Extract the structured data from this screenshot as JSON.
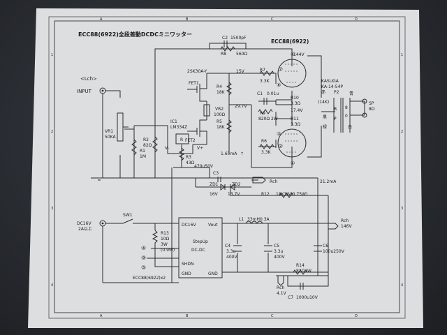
{
  "title": "ECC88(6922)全段差動DCDCミニワッター",
  "border": {
    "cols": [
      "A",
      "B",
      "C",
      "D"
    ],
    "rows": [
      "1",
      "2",
      "3",
      "4"
    ]
  },
  "channel": "<Lch>",
  "input_label": "INPUT",
  "dc_in": {
    "label": "DC16V",
    "current": "2A以上"
  },
  "sw1": "SW1",
  "vr1": {
    "name": "VR1",
    "value": "50KA"
  },
  "r1": {
    "name": "R1",
    "value": "1M"
  },
  "r2": {
    "name": "R2",
    "value": "82Ω"
  },
  "c2": {
    "name": "C2",
    "value": "1500pF"
  },
  "r8_top": {
    "name": "R8",
    "value": "560Ω"
  },
  "tube_label": "ECC88(6922)",
  "fet": {
    "part": "2SK30A-Y",
    "fet1": "FET1",
    "fet2": "FET2"
  },
  "r4": {
    "name": "R4",
    "value": "18K"
  },
  "vr2": {
    "name": "VR2",
    "value": "100Ω"
  },
  "r5": {
    "name": "R5",
    "value": "18K"
  },
  "v15": "15V",
  "v29": "29.7V",
  "ic1": {
    "name": "IC1",
    "part": "LM334Z"
  },
  "vminus": "V-",
  "vplus": "V+",
  "r_pin": "R",
  "r3": {
    "name": "R3",
    "value": "43Ω"
  },
  "i_ccs": "1.65mA",
  "r7": {
    "name": "R7",
    "value": "3.3K"
  },
  "c1": {
    "name": "C1",
    "value": "0.01u"
  },
  "r9": {
    "name": "R9",
    "value": "820Ω 2W"
  },
  "r10": {
    "name": "R10",
    "value": "3.3Ω"
  },
  "r11": {
    "name": "R11",
    "value": "3.3Ω"
  },
  "r6": {
    "name": "R6",
    "value": "3.3K"
  },
  "v144": "144V",
  "v174": "17.4V",
  "pins": [
    "⑦",
    "⑧",
    "⑥",
    "③",
    "②",
    "①"
  ],
  "transformer": {
    "maker": "KASUGA",
    "part": "KA-14-54P",
    "p2": "P2",
    "imp": "(14K)",
    "aka": "赤",
    "kuro": "黒",
    "midori": "緑",
    "ao": "青",
    "shiro": "白",
    "b": "B",
    "p": "P",
    "eight": "8",
    "zero": "0"
  },
  "speaker": {
    "name": "SP",
    "value": "8Ω"
  },
  "c3": {
    "name": "C3",
    "value": "470u50V"
  },
  "zd1": {
    "name": "ZD1",
    "value": "16V"
  },
  "zd2": {
    "name": "ZD2",
    "value": "13.7V"
  },
  "rch_top": "Rch",
  "r12": {
    "name": "R12",
    "value": "18K3W(0.75W)"
  },
  "i_total": "21.2mA",
  "dcdc": {
    "dc16v": "DC16V",
    "vout": "Vout",
    "stepup": "StepUp",
    "dcdc": "DC-DC",
    "shdn": "SHDN",
    "gnd1": "GND",
    "gnd2": "GND"
  },
  "r13": {
    "name": "R13",
    "value": "10Ω",
    "w": "3W",
    "w2": "(0.9W)"
  },
  "heater_pins": [
    "④",
    "⑨",
    "⑤"
  ],
  "heater_note": "ECC88(6922)x2",
  "l1": {
    "name": "L1",
    "value": "33mH0.3A"
  },
  "c4": {
    "name": "C4",
    "value": "3.3u",
    "v": "400V"
  },
  "c5": {
    "name": "C5",
    "value": "3.3u",
    "v": "400V"
  },
  "c6": {
    "name": "C6",
    "value": "100u250V"
  },
  "r14": {
    "name": "R14",
    "value": "82Ω1W"
  },
  "rch_mid": {
    "name": "Rch",
    "value": "146V"
  },
  "rch_bot": {
    "name": "Rch",
    "value": "4.1V"
  },
  "c7": {
    "name": "C7",
    "value": "1000u10V"
  },
  "i_arrow": "↑"
}
